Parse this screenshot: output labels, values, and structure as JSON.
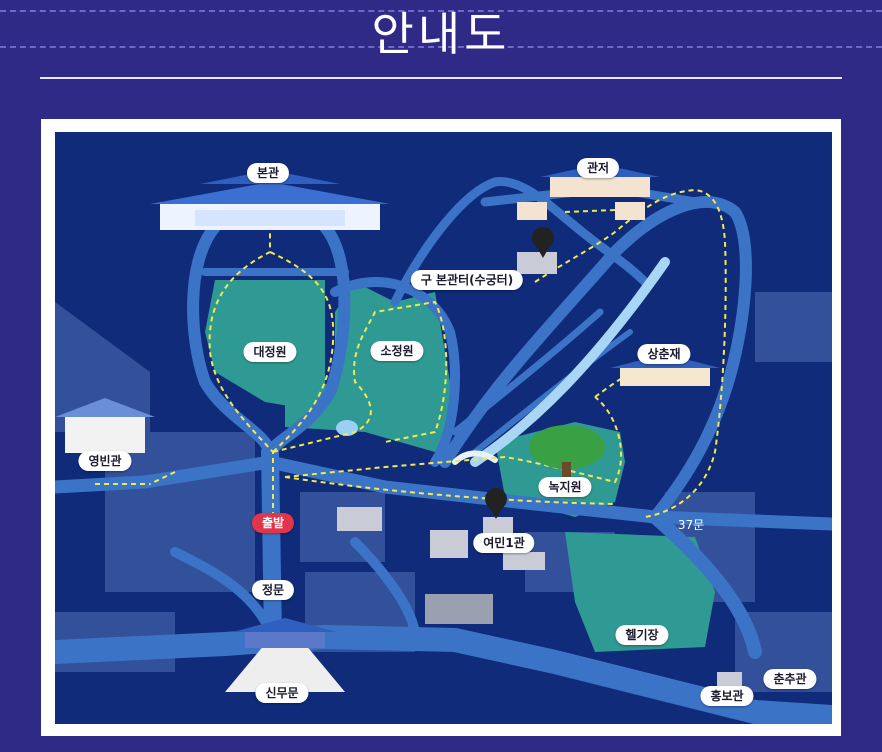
{
  "header": {
    "title": "안내도"
  },
  "colors": {
    "background": "#2f2a86",
    "map": "#0f2b7a",
    "road": "#3b74c6",
    "green": "#2f9a93",
    "block": "#33509a",
    "path": "#f2e94e",
    "start": "#e0354a"
  },
  "map": {
    "labels": {
      "bongwan": "본관",
      "gwanjeo": "관저",
      "old_bongwan": "구 본관터(수궁터)",
      "daejeongwon": "대정원",
      "sojeongwon": "소정원",
      "sangchunjae": "상춘재",
      "yeongbingwan": "영빈관",
      "nokjiwon": "녹지원",
      "start": "출발",
      "yeomin": "여민1관",
      "gate37": "37문",
      "jeongmun": "정문",
      "heliport": "헬기장",
      "sinmumun": "신무문",
      "chunchugwan": "춘추관",
      "hongbogwan": "홍보관"
    },
    "icons": [
      "restroom-icon",
      "restroom-icon"
    ]
  }
}
